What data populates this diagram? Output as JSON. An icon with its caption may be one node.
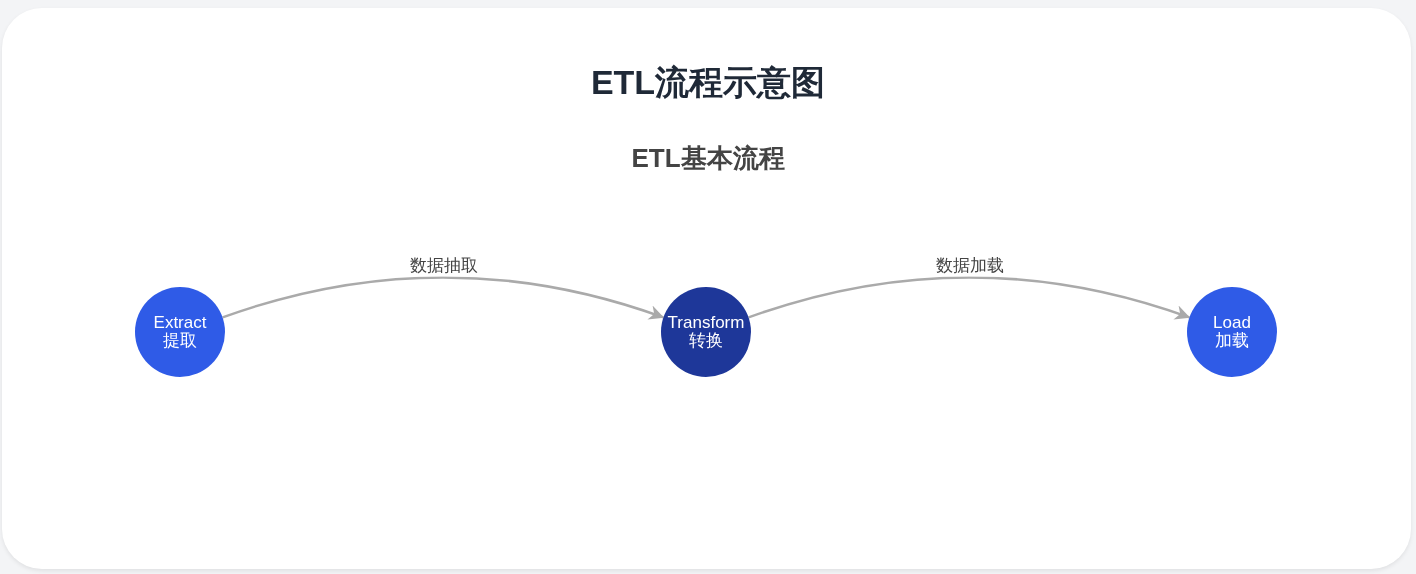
{
  "diagram": {
    "title": "ETL流程示意图",
    "nodes": [
      {
        "text": [
          "Extract",
          "提取"
        ]
      },
      {
        "text": [
          "Transform",
          "转换"
        ]
      },
      {
        "text": [
          "Load",
          "加载"
        ]
      }
    ],
    "edges": [
      {
        "from": 0,
        "to": 1,
        "arrow": "to",
        "label": "数据抽取"
      },
      {
        "from": 1,
        "to": 2,
        "arrow": "to",
        "label": "数据加载"
      }
    ],
    "labels": [
      "ETL基本流程"
    ]
  }
}
